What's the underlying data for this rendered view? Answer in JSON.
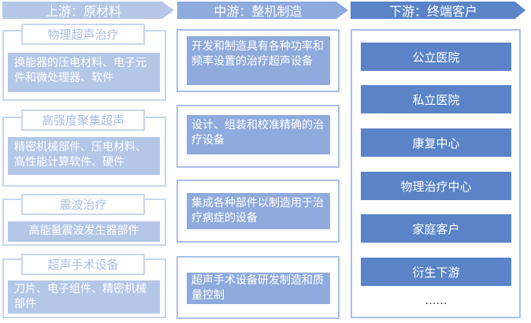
{
  "headers": {
    "upstream": "上游：原材料",
    "midstream": "中游：整机制造",
    "downstream": "下游：终端客户"
  },
  "upstream": [
    {
      "title": "物理超声治疗",
      "content": "换能器的压电材料、电子元件和微处理器、软件"
    },
    {
      "title": "高强度聚集超声",
      "content": "精密机械部件、压电材料、高性能计算软件、硬件"
    },
    {
      "title": "震波治疗",
      "content": "高能量震波发生器部件"
    },
    {
      "title": "超声手术设备",
      "content": "刀片、电子组件、精密机械部件"
    }
  ],
  "midstream": [
    "开发和制造具有各种功率和频率设置的治疗超声设备",
    "设计、组装和校准精确的治疗设备",
    "集成各种部件以制造用于治疗病症的设备",
    "超声手术设备研发制造和质量控制"
  ],
  "downstream": [
    "公立医院",
    "私立医院",
    "康复中心",
    "物理治疗中心",
    "家庭客户",
    "衍生下游"
  ],
  "downstream_more": "……"
}
